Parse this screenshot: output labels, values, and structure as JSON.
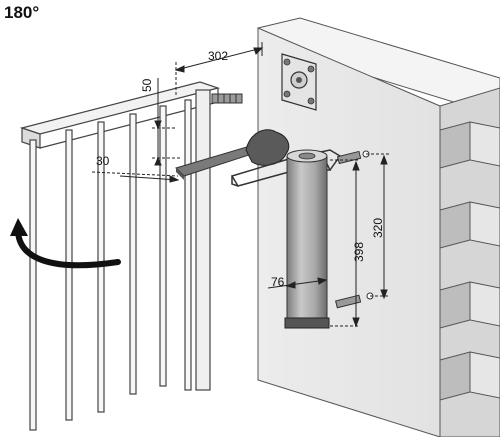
{
  "title": "180°",
  "dimensions": {
    "gate_offset": "302",
    "vertical_offset": "50",
    "arm_offset": "30",
    "body_width": "76",
    "overall_height": "398",
    "bolt_spacing": "320"
  },
  "icons": {
    "rotation_arrow": "curved-arrow-icon"
  }
}
